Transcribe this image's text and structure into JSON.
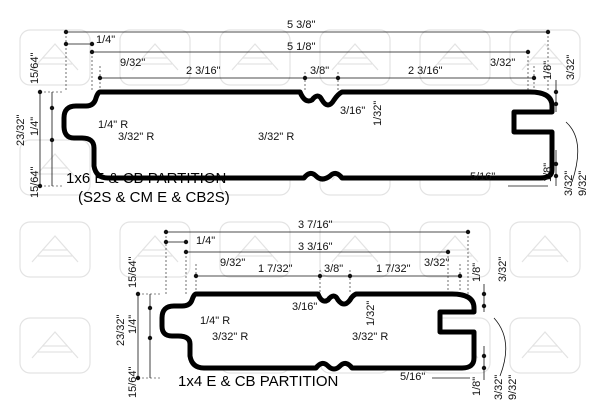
{
  "colors": {
    "line": "#111111",
    "profile": "#000000",
    "background": "#ffffff",
    "watermark": "#e3e3e3"
  },
  "profile_1x6": {
    "title": "1x6 E & CB PARTITION",
    "subtitle": "(S2S & CM E & CB2S)",
    "dims": {
      "overall_width": "5 3/8\"",
      "face_width": "5 1/8\"",
      "tongue_quarter": "1/4\"",
      "offset_left": "9/32\"",
      "left_section": "2 3/16\"",
      "center_bead": "3/8\"",
      "right_section": "2 3/16\"",
      "offset_right": "3/32\"",
      "bead_depth": "3/16\"",
      "groove_offset": "1/32\"",
      "edge_top": "15/64\"",
      "thickness": "23/32\"",
      "tongue_thickness": "1/4\"",
      "edge_bottom": "15/64\"",
      "tongue_radius": "1/4\" R",
      "corner_radius_left": "3/32\" R",
      "corner_radius_center": "3/32\" R",
      "groove_depth": "5/16\"",
      "right_top_a": "1/8\"",
      "right_top_b": "3/32\"",
      "right_bottom_a": "1/8\"",
      "right_bottom_b": "3/32\"",
      "right_bottom_c": "9/32\""
    }
  },
  "profile_1x4": {
    "title": "1x4 E & CB PARTITION",
    "dims": {
      "overall_width": "3 7/16\"",
      "face_width": "3 3/16\"",
      "tongue_quarter": "1/4\"",
      "offset_left": "9/32\"",
      "left_section": "1 7/32\"",
      "center_bead": "3/8\"",
      "right_section": "1 7/32\"",
      "offset_right": "3/32\"",
      "bead_depth": "3/16\"",
      "groove_offset": "1/32\"",
      "edge_top": "15/64\"",
      "thickness": "23/32\"",
      "tongue_thickness": "1/4\"",
      "edge_bottom": "15/64\"",
      "tongue_radius": "1/4\" R",
      "corner_radius_left": "3/32\" R",
      "corner_radius_center": "3/32\" R",
      "groove_depth": "5/16\"",
      "right_top_a": "1/8\"",
      "right_top_b": "3/32\"",
      "right_bottom_a": "1/8\"",
      "right_bottom_b": "3/32\"",
      "right_bottom_c": "9/32\""
    }
  }
}
